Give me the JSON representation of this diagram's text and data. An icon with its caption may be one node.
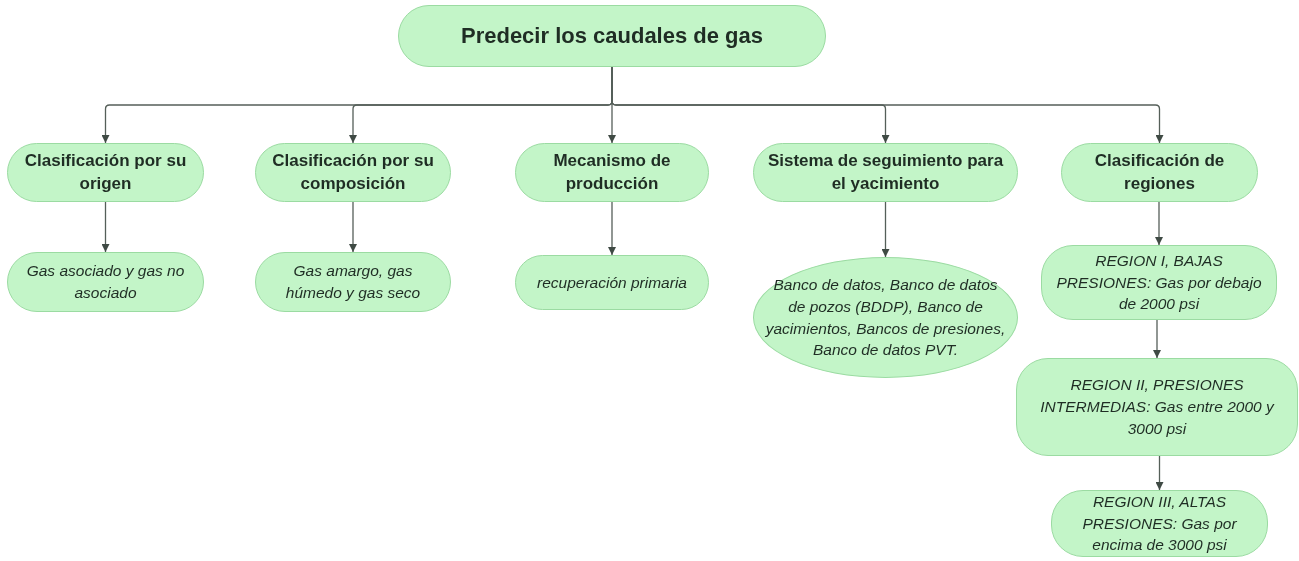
{
  "diagram": {
    "nodes": [
      {
        "text": [
          "Predecir los caudales de gas"
        ]
      },
      {
        "text": [
          "Clasificación por su origen"
        ]
      },
      {
        "text": [
          "Clasificación por su composición"
        ]
      },
      {
        "text": [
          "Mecanismo de producción"
        ]
      },
      {
        "text": [
          "Sistema de seguimiento para el yacimiento"
        ]
      },
      {
        "text": [
          "Clasificación de regiones"
        ]
      },
      {
        "text": [
          "Gas asociado y gas no asociado"
        ]
      },
      {
        "text": [
          "Gas amargo, gas húmedo y gas seco"
        ]
      },
      {
        "text": [
          "recuperación primaria"
        ]
      },
      {
        "text": [
          "Banco de datos, Banco de datos de pozos (BDDP), Banco de yacimientos, Bancos de presiones, Banco de datos PVT."
        ]
      },
      {
        "text": [
          "REGION I, BAJAS PRESIONES: Gas por debajo de 2000 psi"
        ]
      },
      {
        "text": [
          "REGION II, PRESIONES INTERMEDIAS: Gas entre 2000 y 3000 psi"
        ]
      },
      {
        "text": [
          "REGION III, ALTAS PRESIONES: Gas por encima de 3000 psi"
        ]
      }
    ],
    "edges": [
      {
        "from": 0,
        "to": 1,
        "arrow": "to"
      },
      {
        "from": 0,
        "to": 2,
        "arrow": "to"
      },
      {
        "from": 0,
        "to": 3,
        "arrow": "to"
      },
      {
        "from": 0,
        "to": 4,
        "arrow": "to"
      },
      {
        "from": 0,
        "to": 5,
        "arrow": "to"
      },
      {
        "from": 1,
        "to": 6,
        "arrow": "to"
      },
      {
        "from": 2,
        "to": 7,
        "arrow": "to"
      },
      {
        "from": 3,
        "to": 8,
        "arrow": "to"
      },
      {
        "from": 4,
        "to": 9,
        "arrow": "to"
      },
      {
        "from": 5,
        "to": 10,
        "arrow": "to"
      },
      {
        "from": 10,
        "to": 11,
        "arrow": "to"
      },
      {
        "from": 11,
        "to": 12,
        "arrow": "to"
      }
    ]
  }
}
